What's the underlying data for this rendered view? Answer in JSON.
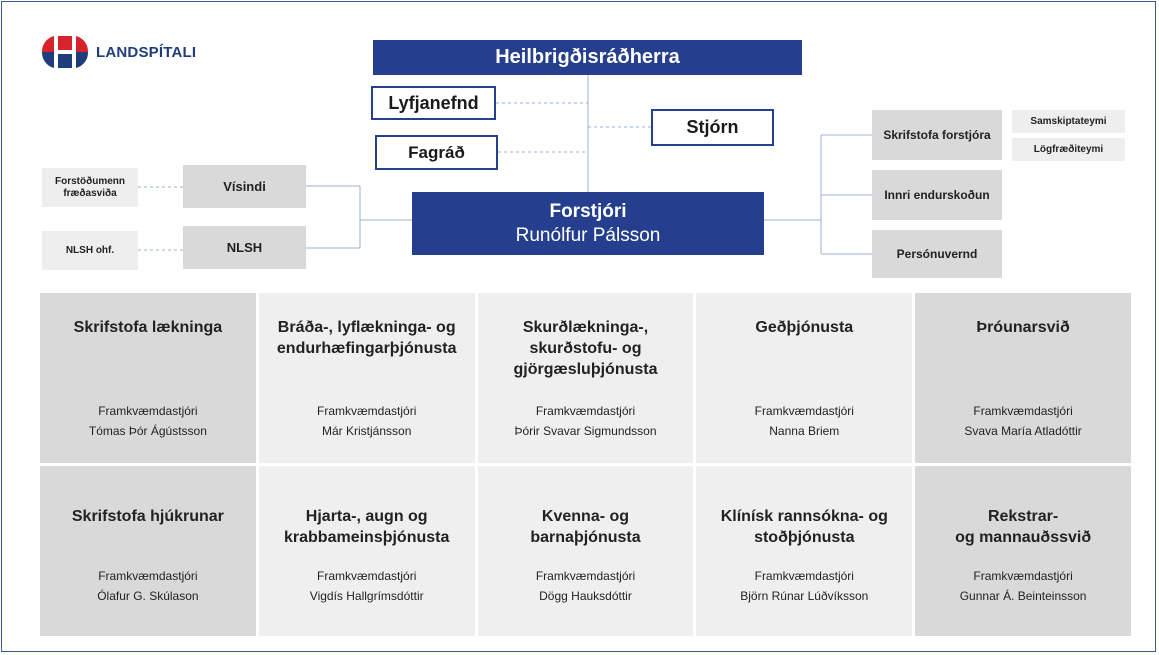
{
  "logo": {
    "text": "LANDSPÍTALI",
    "colors": {
      "red": "#d6232c",
      "navy": "#1f3d7a"
    }
  },
  "minister": "Heilbrigðisráðherra",
  "advisory": {
    "lyfjanefnd": "Lyfjanefnd",
    "fagrad": "Fagráð",
    "stjorn": "Stjórn"
  },
  "ceo": {
    "title": "Forstjóri",
    "name": "Runólfur Pálsson"
  },
  "left": {
    "visindi": "Vísindi",
    "nlsh": "NLSH",
    "forstodumenn": "Forstöðumenn fræðasviða",
    "nlsh_ohf": "NLSH ohf."
  },
  "right": {
    "skrifstofa": "Skrifstofa forstjóra",
    "innri": "Innri endurskoðun",
    "personuvernd": "Persónuvernd",
    "samskiptateymi": "Samskiptateymi",
    "logfraediteymi": "Lögfræðiteymi"
  },
  "divisions": [
    {
      "title": "Skrifstofa lækninga",
      "role": "Framkvæmdastjóri",
      "name": "Tómas Þór Ágústsson"
    },
    {
      "title": "Bráða-, lyflækninga- og\nendurhæfingarþjónusta",
      "role": "Framkvæmdastjóri",
      "name": "Már Kristjánsson"
    },
    {
      "title": "Skurðlækninga-,\nskurðstofu- og\ngjörgæsluþjónusta",
      "role": "Framkvæmdastjóri",
      "name": "Þórir Svavar Sigmundsson"
    },
    {
      "title": "Geðþjónusta",
      "role": "Framkvæmdastjóri",
      "name": "Nanna Briem"
    },
    {
      "title": "Þróunarsvið",
      "role": "Framkvæmdastjóri",
      "name": "Svava María Atladóttir"
    },
    {
      "title": "Skrifstofa hjúkrunar",
      "role": "Framkvæmdastjóri",
      "name": "Ólafur G. Skúlason"
    },
    {
      "title": "Hjarta-, augn og\nkrabbameinsþjónusta",
      "role": "Framkvæmdastjóri",
      "name": "Vigdís Hallgrímsdóttir"
    },
    {
      "title": "Kvenna- og\nbarnaþjónusta",
      "role": "Framkvæmdastjóri",
      "name": "Dögg Hauksdóttir"
    },
    {
      "title": "Klínísk rannsókna- og\nstoðþjónusta",
      "role": "Framkvæmdastjóri",
      "name": "Björn Rúnar Lúðvíksson"
    },
    {
      "title": "Rekstrar-\nog mannauðssvið",
      "role": "Framkvæmdastjóri",
      "name": "Gunnar Á. Beinteinsson"
    }
  ]
}
